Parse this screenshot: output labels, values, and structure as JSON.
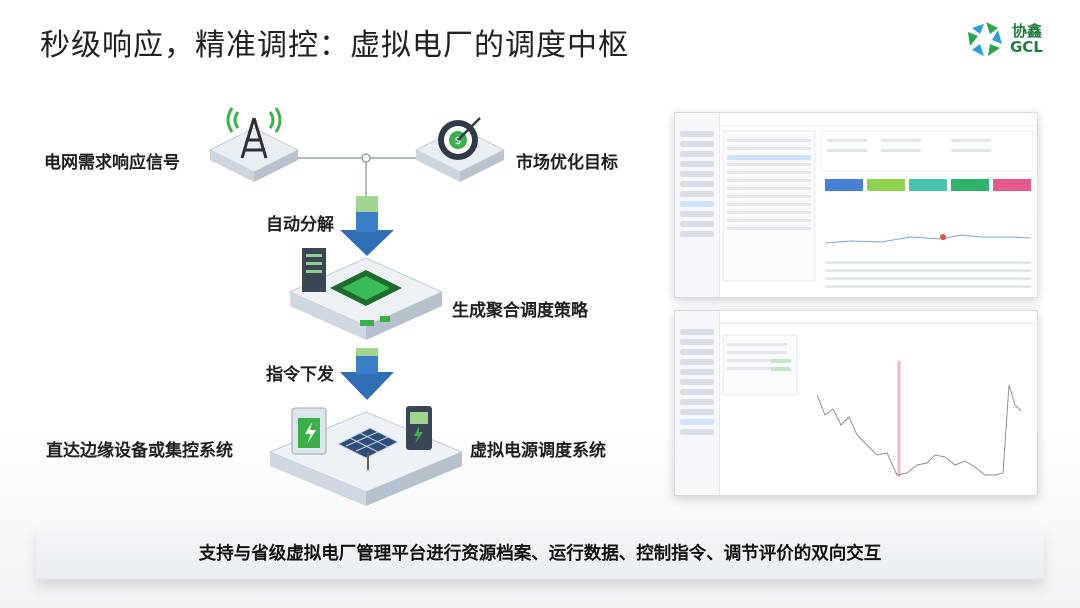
{
  "header": {
    "title": "秒级响应，精准调控：虚拟电厂的调度中枢",
    "logo_cn": "协鑫",
    "logo_en": "GCL"
  },
  "diagram": {
    "grid_signal": "电网需求响应信号",
    "market_target": "市场优化目标",
    "auto_decompose": "自动分解",
    "generate_strategy": "生成聚合调度策略",
    "issue_command": "指令下发",
    "edge_devices": "直达边缘设备或集控系统",
    "vpp_system": "虚拟电源调度系统",
    "icons": [
      "signal-tower-icon",
      "target-icon",
      "processor-icon",
      "battery-icon",
      "solar-panel-icon",
      "ev-charger-icon"
    ],
    "colors": {
      "arrow": "#2f6fb5",
      "chip": "#2e8b3d",
      "device_bg": "#e8edf3"
    }
  },
  "footer": {
    "text": "支持与省级虚拟电厂管理平台进行资源档案、运行数据、控制指令、调节评价的双向交互"
  }
}
